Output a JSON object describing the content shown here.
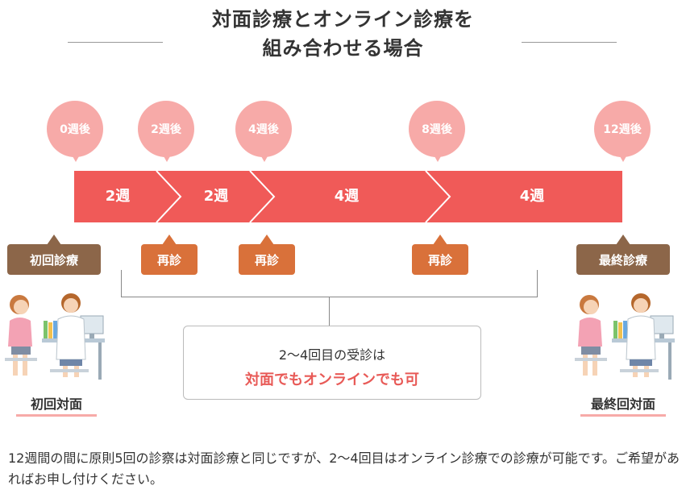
{
  "title": {
    "line1": "対面診療とオンライン診療を",
    "line2": "組み合わせる場合"
  },
  "weeks": [
    "0週後",
    "2週後",
    "4週後",
    "8週後",
    "12週後"
  ],
  "segments": [
    "2週",
    "2週",
    "4週",
    "4週"
  ],
  "visits": {
    "first": "初回診療",
    "revisit1": "再診",
    "revisit2": "再診",
    "revisit3": "再診",
    "last": "最終診療"
  },
  "info": {
    "line1": "2〜4回目の受診は",
    "line2": "対面でもオンラインでも可"
  },
  "figures": {
    "left_label": "初回対面",
    "right_label": "最終回対面"
  },
  "description": "12週間の間に原則5回の診察は対面診療と同じですが、2〜4回目はオンライン診療での診療が可能です。ご希望があればお申し付けください。",
  "colors": {
    "bubble": "#f7aaa8",
    "bar": "#f05a58",
    "tag_brown": "#8c6649",
    "tag_orange": "#d9713a",
    "highlight_text": "#e85a57"
  }
}
